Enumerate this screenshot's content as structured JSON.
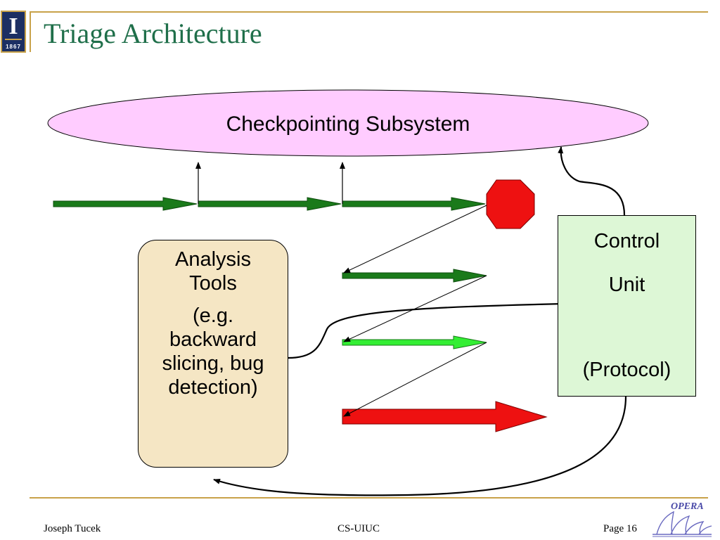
{
  "slide": {
    "title": "Triage Architecture",
    "logo": {
      "letter": "I",
      "year": "1867"
    }
  },
  "diagram": {
    "checkpoint_label": "Checkpointing Subsystem",
    "analysis_tools": {
      "title_line1": "Analysis",
      "title_line2": "Tools",
      "line1": "(e.g.",
      "line2": "backward",
      "line3": "slicing, bug",
      "line4": "detection)"
    },
    "control_unit": {
      "line1": "Control",
      "line2": "Unit",
      "line3": "(Protocol)"
    },
    "colors": {
      "ellipse_fill": "#ffccff",
      "timeline_arrow": "#1a7a1a",
      "bright_green_arrow": "#33ee33",
      "red_arrow": "#ee1111",
      "stop_sign": "#ee1111",
      "analysis_fill": "#f5e6c4",
      "control_fill": "#ddf7d6"
    }
  },
  "footer": {
    "author": "Joseph Tucek",
    "venue": "CS-UIUC",
    "page": "Page 16",
    "logo_text": "OPERA"
  }
}
